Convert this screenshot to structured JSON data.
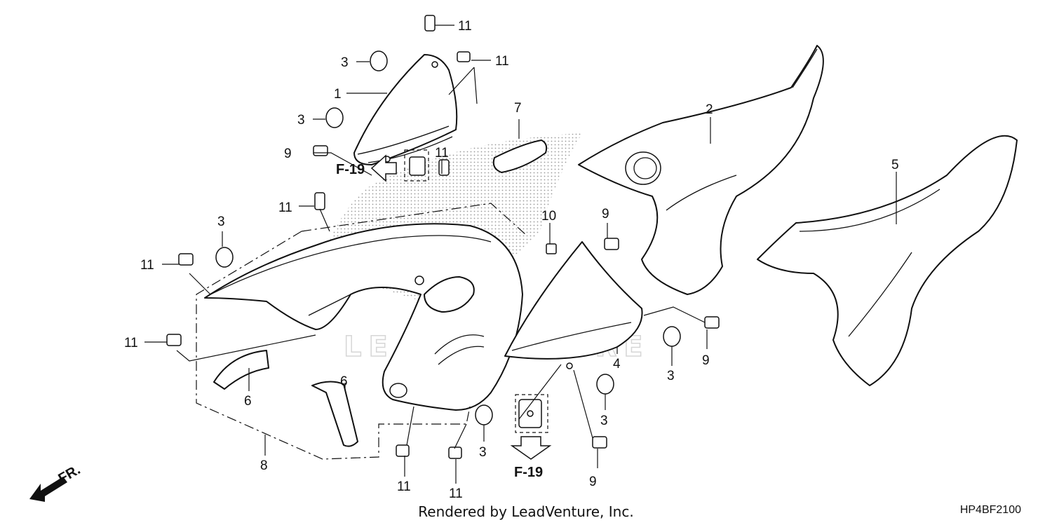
{
  "diagram": {
    "callouts": [
      "1",
      "2",
      "3",
      "4",
      "5",
      "6",
      "7",
      "8",
      "9",
      "10",
      "11"
    ],
    "ref_page": "F-19",
    "front_marker": "FR.",
    "watermark": "LEADVENTURE",
    "footer": "Rendered by LeadVenture, Inc.",
    "drawing_code": "HP4BF2100"
  }
}
